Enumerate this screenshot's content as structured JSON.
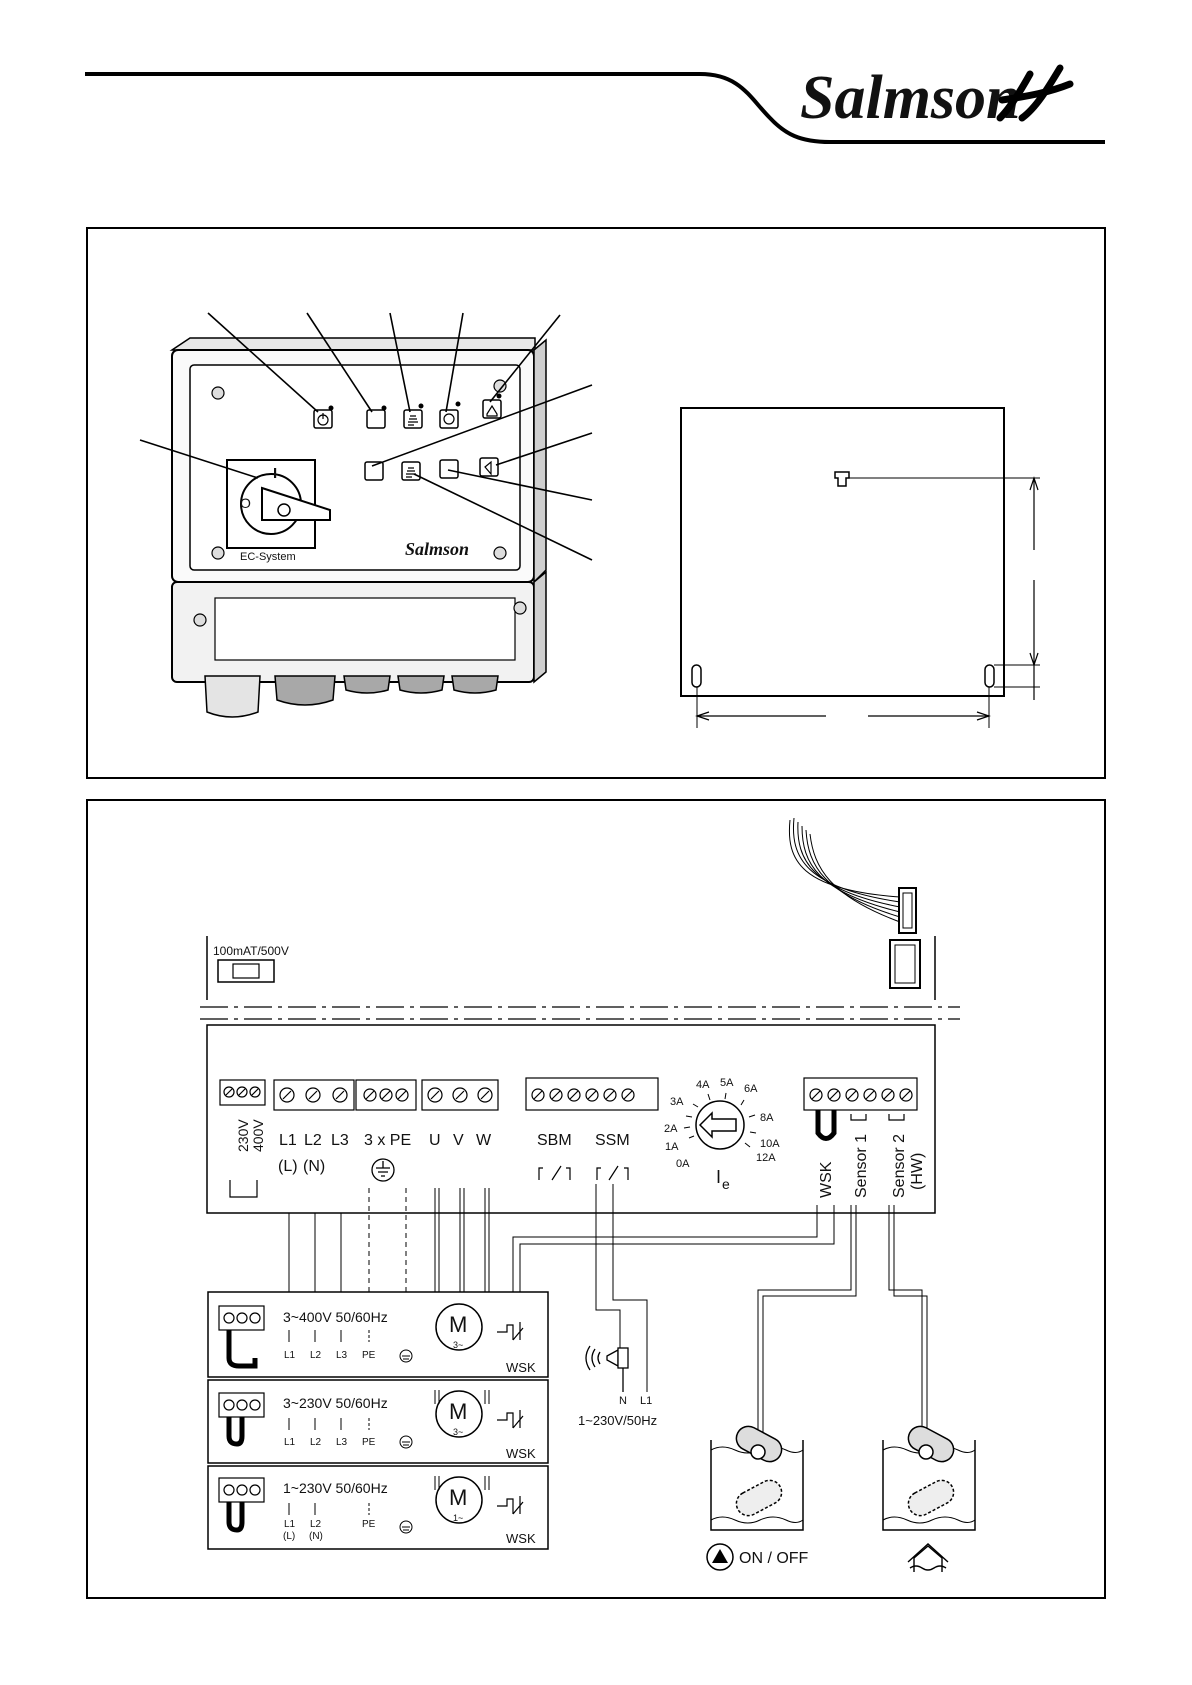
{
  "header": {
    "brand": "Salmson"
  },
  "fig1": {
    "device_brand": "Salmson",
    "device_model": "EC-System",
    "switch_on": "I",
    "switch_off": "O"
  },
  "fig2": {
    "fuse": "100mAT/500V",
    "supply_select": [
      "230V",
      "400V"
    ],
    "main_terminals": [
      "L1",
      "L2",
      "L3",
      "3 x PE"
    ],
    "main_terminal_sub": [
      "(L)",
      "(N)"
    ],
    "motor_terminals": [
      "U",
      "V",
      "W"
    ],
    "relay_terminals": [
      "SBM",
      "SSM"
    ],
    "dial_label": "I",
    "dial_label_sub": "e",
    "dial_values": [
      "0A",
      "1A",
      "2A",
      "3A",
      "4A",
      "5A",
      "6A",
      "8A",
      "10A",
      "12A"
    ],
    "sensor_terminals": [
      "WSK",
      "Sensor 1",
      "Sensor 2",
      "(HW)"
    ],
    "configs": [
      {
        "supply": "3~400V 50/60Hz",
        "motor": "M",
        "motor_phase": "3~",
        "terms": [
          "L1",
          "L2",
          "L3",
          "PE"
        ],
        "terms_sub": [
          "",
          "",
          "",
          ""
        ],
        "wsk": "WSK"
      },
      {
        "supply": "3~230V 50/60Hz",
        "motor": "M",
        "motor_phase": "3~",
        "terms": [
          "L1",
          "L2",
          "L3",
          "PE"
        ],
        "terms_sub": [
          "",
          "",
          "",
          ""
        ],
        "wsk": "WSK"
      },
      {
        "supply": "1~230V 50/60Hz",
        "motor": "M",
        "motor_phase": "1~",
        "terms": [
          "L1",
          "L2",
          "",
          "PE"
        ],
        "terms_sub": [
          "(L)",
          "(N)",
          "",
          ""
        ],
        "wsk": "WSK"
      }
    ],
    "alarm_terms": [
      "N",
      "L1"
    ],
    "alarm_supply": "1~230V/50Hz",
    "float_label": "ON / OFF"
  }
}
